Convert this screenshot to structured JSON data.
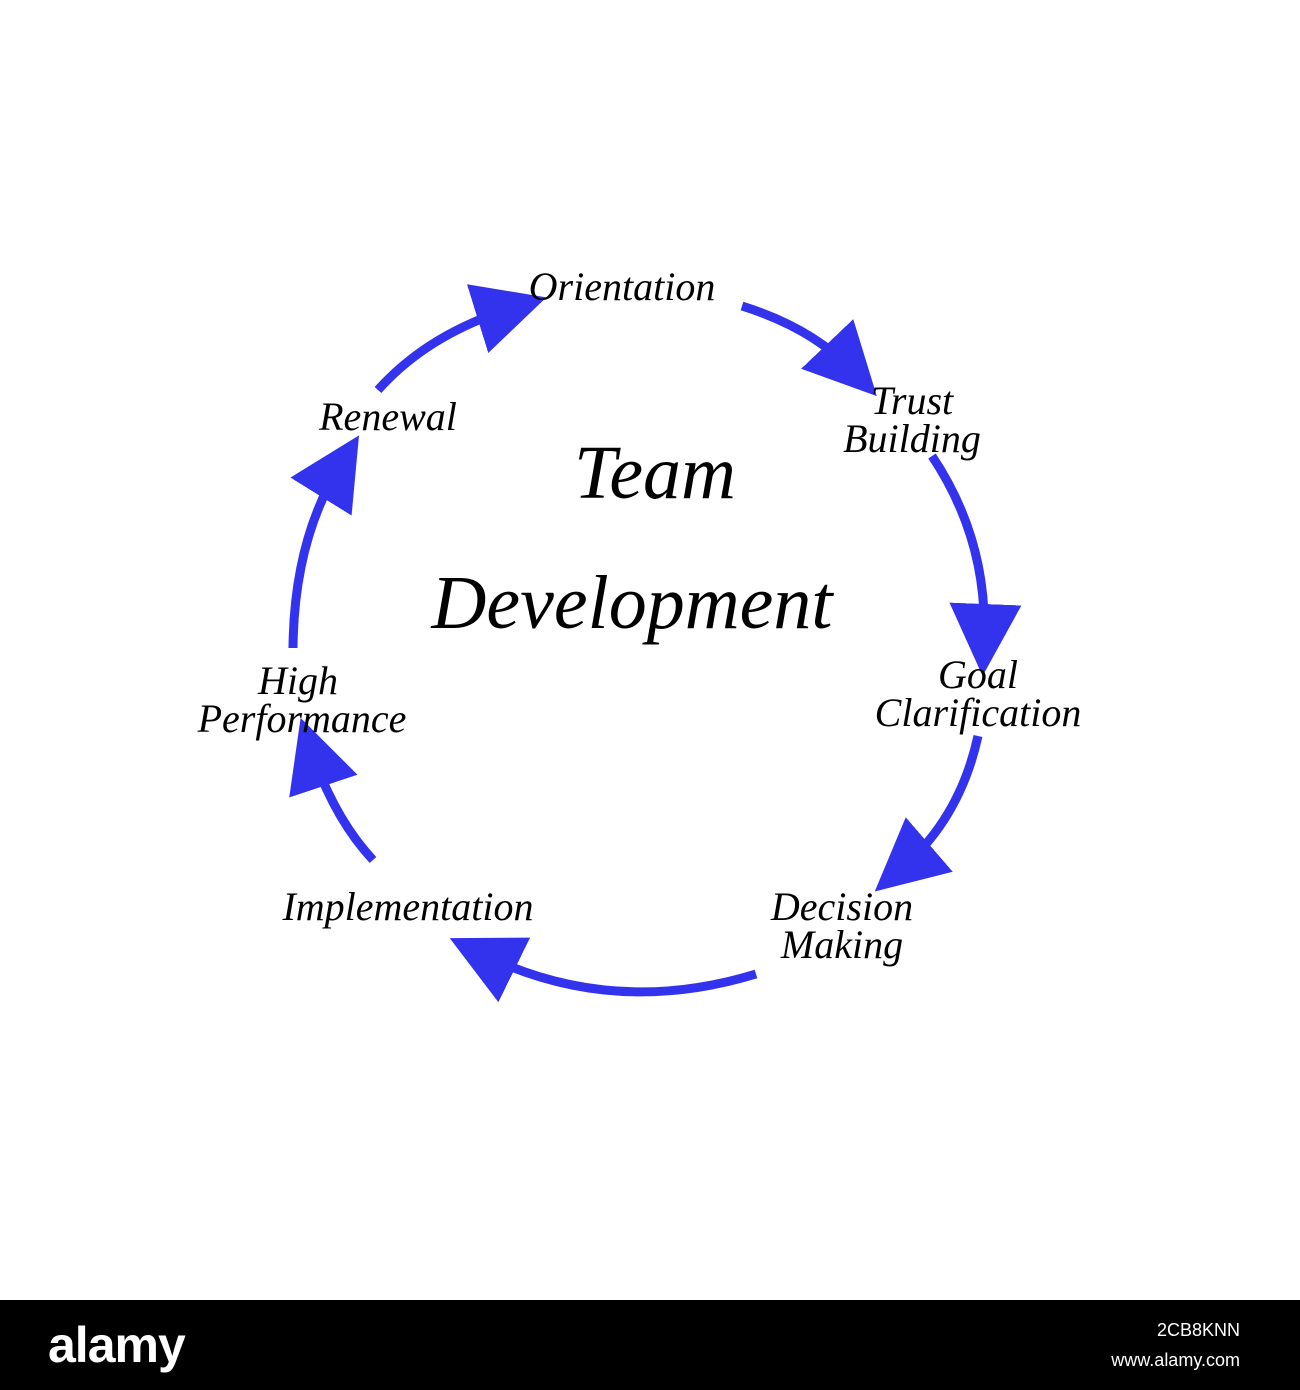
{
  "diagram": {
    "title_line1": "Team",
    "title_line2": "Development",
    "steps": [
      {
        "id": "orientation",
        "lines": [
          "Orientation"
        ]
      },
      {
        "id": "trust-building",
        "lines": [
          "Trust",
          "Building"
        ]
      },
      {
        "id": "goal-clarification",
        "lines": [
          "Goal",
          "Clarification"
        ]
      },
      {
        "id": "decision-making",
        "lines": [
          "Decision",
          "Making"
        ]
      },
      {
        "id": "implementation",
        "lines": [
          "Implementation"
        ]
      },
      {
        "id": "high-performance",
        "lines": [
          "High",
          "Performance"
        ]
      },
      {
        "id": "renewal",
        "lines": [
          "Renewal"
        ]
      }
    ],
    "arrow_color": "#3333ee",
    "text_color": "#000000"
  },
  "footer": {
    "brand": "alamy",
    "image_id": "2CB8KNN",
    "site": "www.alamy.com"
  }
}
